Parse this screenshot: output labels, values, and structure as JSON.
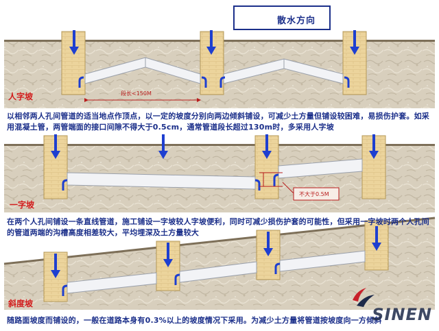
{
  "legend": {
    "label": "散水方向"
  },
  "sections": [
    {
      "label": "人字坡",
      "note": "段长<150M",
      "description": "以相邻两人孔间管道的适当地点作顶点，以一定的坡度分别向两边倾斜铺设，可减少土方量但铺设较困难，易损伤护套。如采用混凝土管，两管端面的接口间隙不得大于0.5cm，通常管道段长超过130m时，多采用人字坡"
    },
    {
      "label": "一字坡",
      "note": "不大于0.5M",
      "description": "在两个人孔间铺设一条直线管道，施工铺设一字坡较人字坡便利，同时可减少损伤护套的可能性，但采用一字坡时两个人孔间的管道两端的沟槽高度相差较大，平均埋深及土方量较大"
    },
    {
      "label": "斜度坡",
      "note": "",
      "description": "随路面坡度而铺设的，一般在道路本身有0.3%以上的坡度情况下采用。为减少土方量将管道按坡度向一方倾斜"
    }
  ],
  "brand": {
    "text": "SINEN"
  },
  "colors": {
    "arrow": "#1e3fd0",
    "label": "#d21c1c",
    "text": "#1b2f8a",
    "soil": "#d8cfbd",
    "brick": "#ecd49c",
    "pipe": "#f2f3f6"
  }
}
